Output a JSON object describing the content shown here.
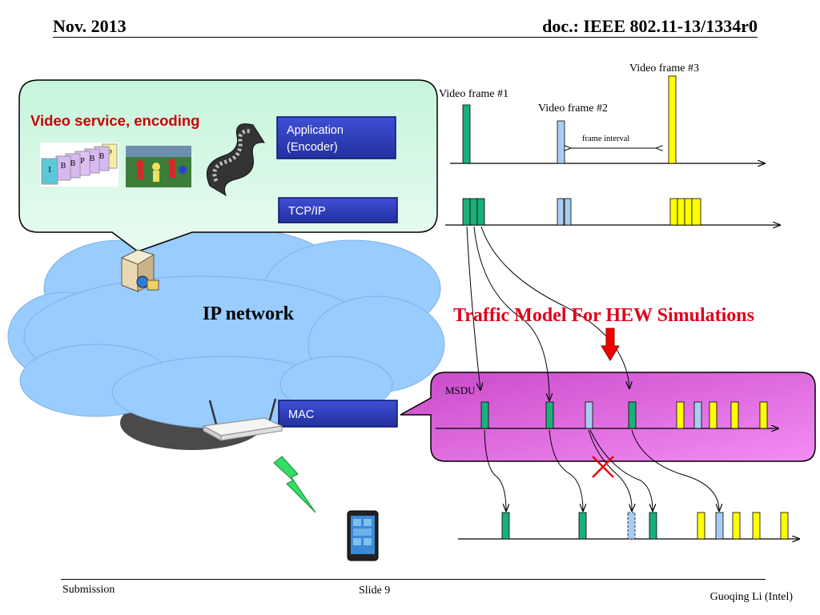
{
  "header": {
    "date": "Nov. 2013",
    "doc": "doc.: IEEE 802.11-13/1334r0"
  },
  "footer": {
    "left": "Submission",
    "center": "Slide 9",
    "right": "Guoqing Li (Intel)"
  },
  "callout": {
    "title": "Video service, encoding",
    "app_box": [
      "Application",
      "(Encoder)"
    ],
    "tcp_box": "TCP/IP",
    "gop_frames": [
      "I",
      "B",
      "B",
      "P",
      "B",
      "B",
      "P"
    ]
  },
  "network": {
    "label": "IP network",
    "mac_box": "MAC"
  },
  "timeline": {
    "frame1": "Video frame #1",
    "frame2": "Video frame #2",
    "frame3": "Video frame #3",
    "interval": "frame  interval"
  },
  "traffic_model": {
    "title": "Traffic Model For HEW Simulations",
    "msdu": "MSDU"
  },
  "colors": {
    "frame1": "#19b07a",
    "frame2": "#a9cdf0",
    "frame3": "#ffff00",
    "callout_fill": "#d9f9e6",
    "cloud": "#99ccff",
    "blue_box": "#2f3fbf",
    "msdu_panel": "#e666e6",
    "title_red": "#e0001b",
    "arrow_red": "#ee0000"
  }
}
